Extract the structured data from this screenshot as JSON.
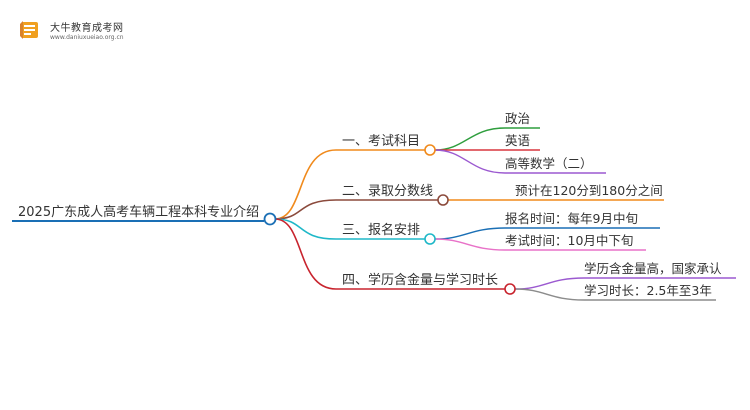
{
  "logo": {
    "title": "大牛教育成考网",
    "url": "www.daniuxueiao.org.cn"
  },
  "root": {
    "label": "2025广东成人高考车辆工程本科专业介绍",
    "color": "#1a6fb5"
  },
  "branches": [
    {
      "label": "一、考试科目",
      "color": "#f08a1c",
      "children": [
        {
          "label": "政治",
          "color": "#2f9e3e"
        },
        {
          "label": "英语",
          "color": "#d9363e"
        },
        {
          "label": "高等数学（二）",
          "color": "#9b59d0"
        }
      ]
    },
    {
      "label": "二、录取分数线",
      "color": "#8b4a3c",
      "children": [
        {
          "label": "预计在120分到180分之间",
          "color": "#f08a1c"
        }
      ]
    },
    {
      "label": "三、报名安排",
      "color": "#1fb8c8",
      "children": [
        {
          "label": "报名时间：每年9月中旬",
          "color": "#1a6fb5"
        },
        {
          "label": "考试时间：10月中下旬",
          "color": "#e872c8"
        }
      ]
    },
    {
      "label": "四、学历含金量与学习时长",
      "color": "#c8242e",
      "children": [
        {
          "label": "学历含金量高，国家承认",
          "color": "#9b59d0"
        },
        {
          "label": "学习时长：2.5年至3年",
          "color": "#8c8c8c"
        }
      ]
    }
  ]
}
